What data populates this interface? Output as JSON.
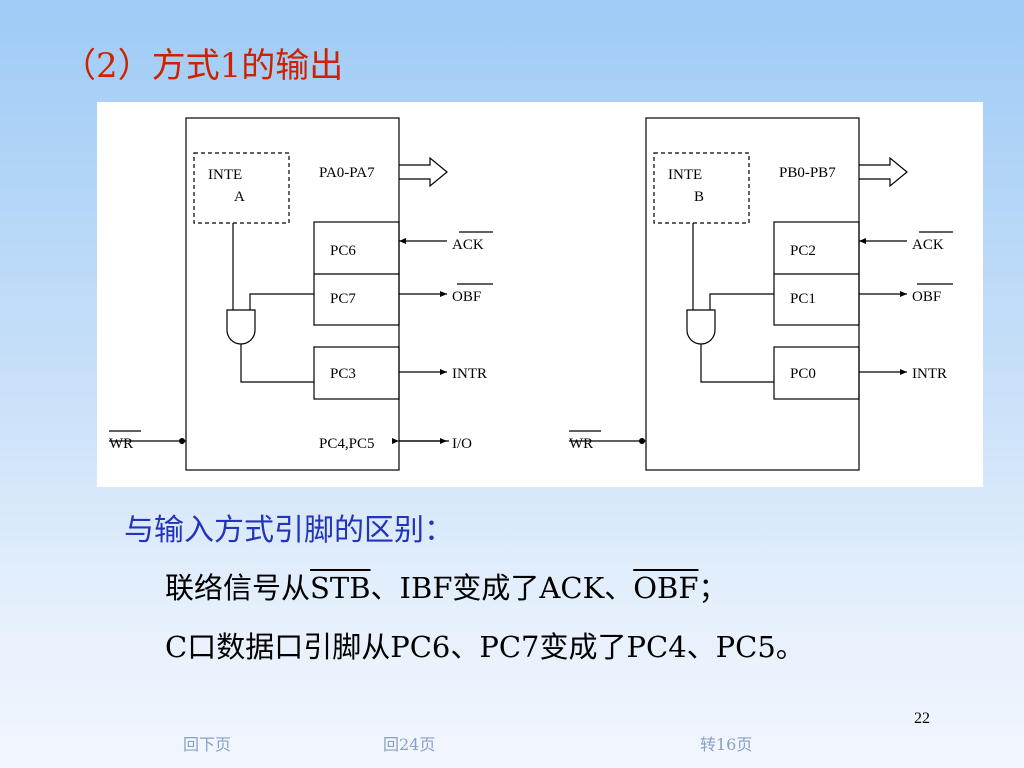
{
  "title": "（2）方式1的输出",
  "diagram_a": {
    "inte_line1": "INTE",
    "inte_line2": "A",
    "bus": "PA0-PA7",
    "ack_pin": "PC6",
    "obf_pin": "PC7",
    "intr_pin": "PC3",
    "io_pins": "PC4,PC5",
    "ack": "ACK",
    "obf": "OBF",
    "intr": "INTR",
    "io": "I/O",
    "wr": "WR"
  },
  "diagram_b": {
    "inte_line1": "INTE",
    "inte_line2": "B",
    "bus": "PB0-PB7",
    "ack_pin": "PC2",
    "obf_pin": "PC1",
    "intr_pin": "PC0",
    "ack": "ACK",
    "obf": "OBF",
    "intr": "INTR",
    "wr": "WR"
  },
  "difference": {
    "heading": "与输入方式引脚的区别：",
    "line1": {
      "a": "联络信号从",
      "b": "STB",
      "c": "、IBF变成了ACK、",
      "d": "OBF",
      "e": "；"
    },
    "line2": "C口数据口引脚从PC6、PC7变成了PC4、PC5。"
  },
  "page_number": "22",
  "nav": {
    "prev": "回下页",
    "back": "回24页",
    "goto": "转16页"
  },
  "colors": {
    "title": "#cc2200",
    "heading": "#2434b8",
    "nav": "#8a9fc6"
  }
}
